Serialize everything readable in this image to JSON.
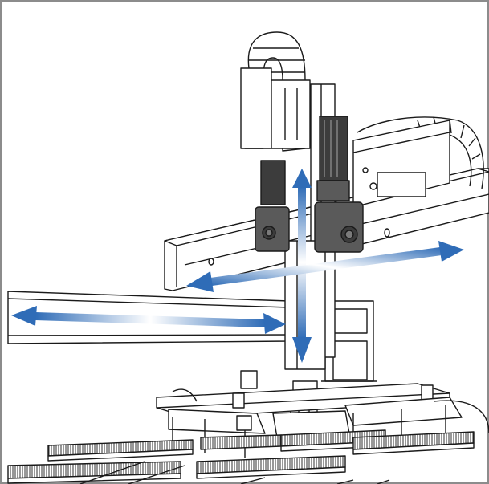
{
  "figure": {
    "description_icons": [
      "gantry-robot-illustration",
      "vertical-axis-arrow",
      "horizontal-axis-arrow",
      "depth-axis-arrow"
    ],
    "colors": {
      "line": "#1a1a1a",
      "motor_fill": "#5a5a5a",
      "motor_dark": "#3c3c3c",
      "arrow_blue": "#2f6cb7",
      "arrow_light": "#ffffff",
      "panel_border": "#8c8c8c"
    }
  }
}
